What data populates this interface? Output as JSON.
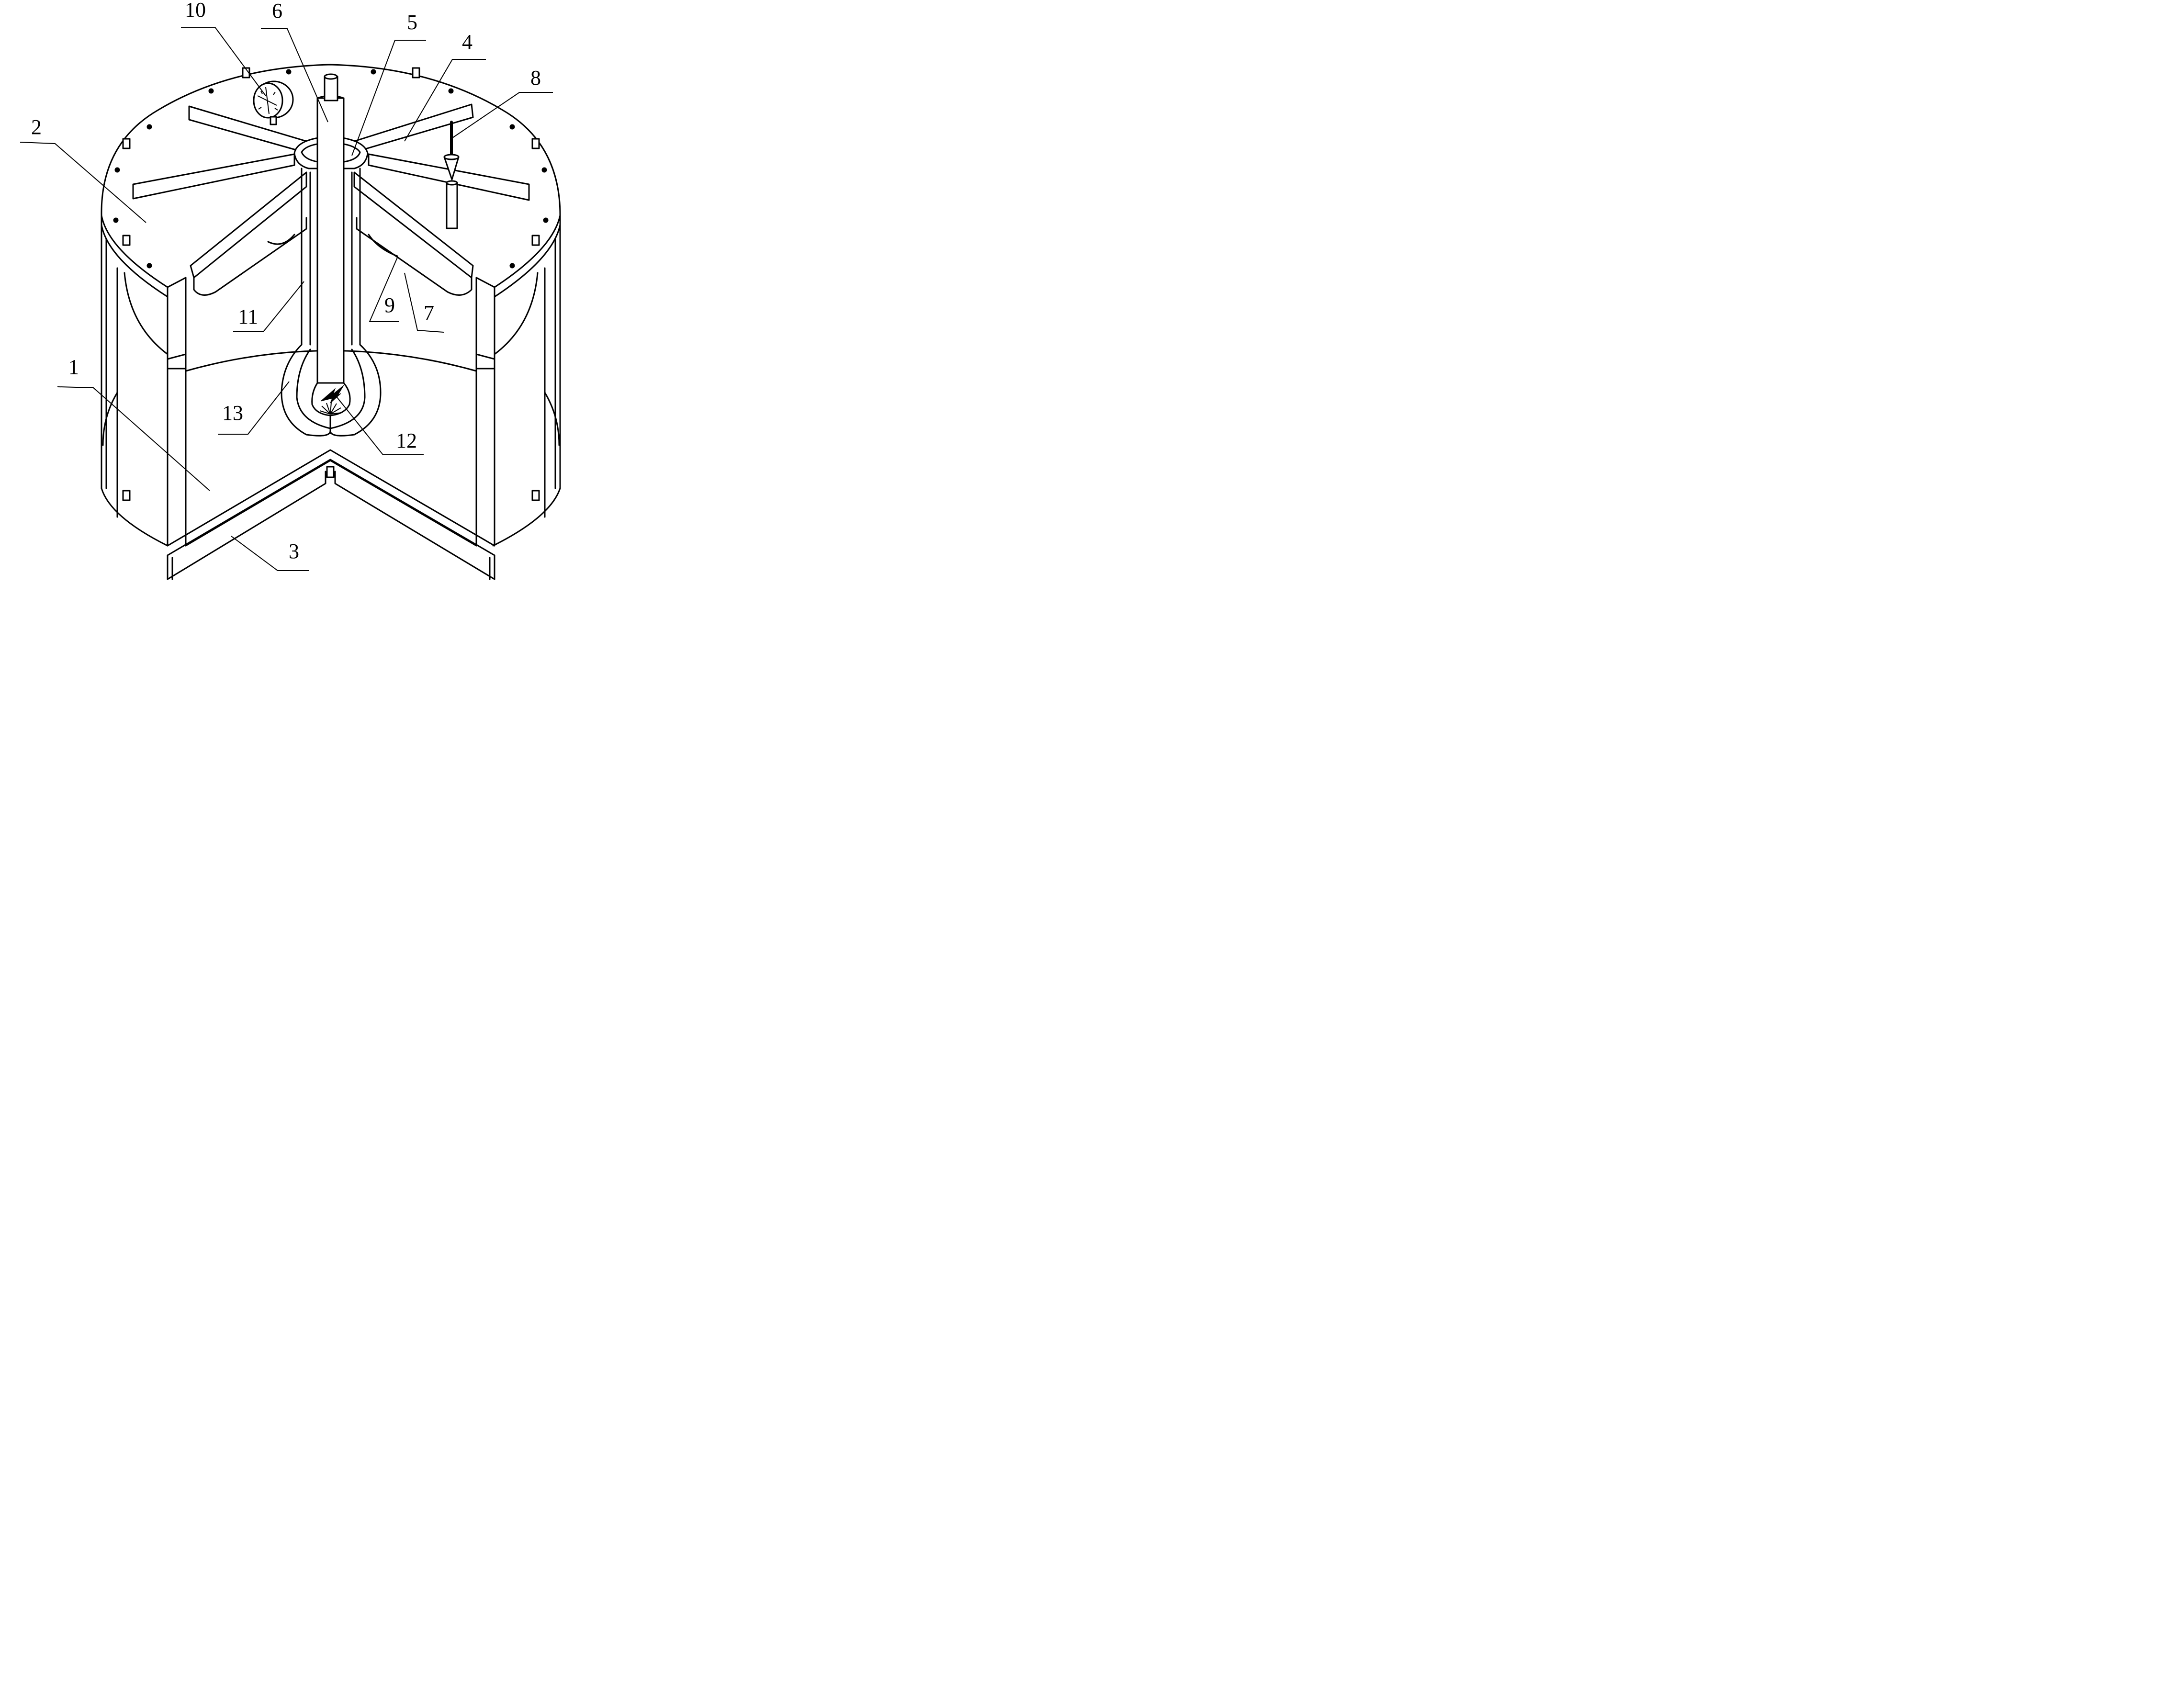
{
  "figure": {
    "labels": [
      {
        "id": "1",
        "text": "1"
      },
      {
        "id": "2",
        "text": "2"
      },
      {
        "id": "3",
        "text": "3"
      },
      {
        "id": "4",
        "text": "4"
      },
      {
        "id": "5",
        "text": "5"
      },
      {
        "id": "6",
        "text": "6"
      },
      {
        "id": "7",
        "text": "7"
      },
      {
        "id": "8",
        "text": "8"
      },
      {
        "id": "9",
        "text": "9"
      },
      {
        "id": "10",
        "text": "10"
      },
      {
        "id": "11",
        "text": "11"
      },
      {
        "id": "12",
        "text": "12"
      },
      {
        "id": "13",
        "text": "13"
      }
    ]
  },
  "colors": {
    "line": "#000000",
    "background": "#ffffff"
  }
}
